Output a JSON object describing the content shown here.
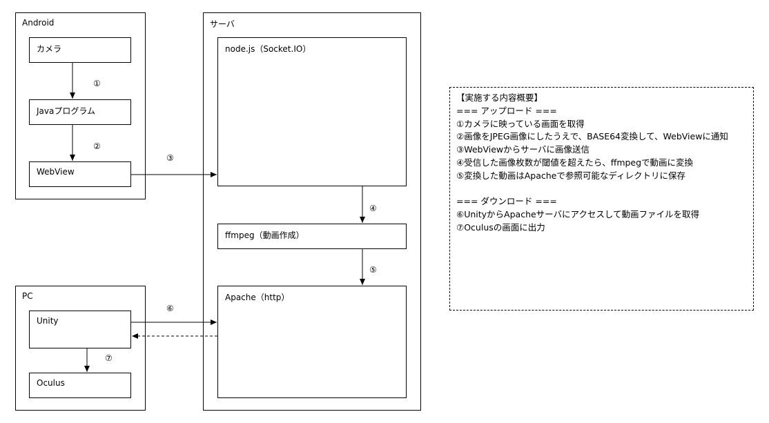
{
  "groups": {
    "android": "Android",
    "server": "サーバ",
    "pc": "PC"
  },
  "nodes": {
    "camera": "カメラ",
    "java": "Javaプログラム",
    "webview": "WebView",
    "nodejs": "node.js（Socket.IO）",
    "ffmpeg": "ffmpeg（動画作成）",
    "apache": "Apache（http）",
    "unity": "Unity",
    "oculus": "Oculus"
  },
  "steps": {
    "s1": "①",
    "s2": "②",
    "s3": "③",
    "s4": "④",
    "s5": "⑤",
    "s6": "⑥",
    "s7": "⑦"
  },
  "summary": {
    "lines": [
      "【実施する内容概要】",
      "=== アップロード ===",
      "①カメラに映っている画面を取得",
      "②画像をJPEG画像にしたうえで、BASE64変換して、WebViewに通知",
      "③WebViewからサーバに画像送信",
      "④受信した画像枚数が閾値を超えたら、ffmpegで動画に変換",
      "⑤変換した動画はApacheで参照可能なディレクトリに保存",
      "",
      "=== ダウンロード ===",
      "⑥UnityからApacheサーバにアクセスして動画ファイルを取得",
      "⑦Oculusの画面に出力"
    ]
  }
}
